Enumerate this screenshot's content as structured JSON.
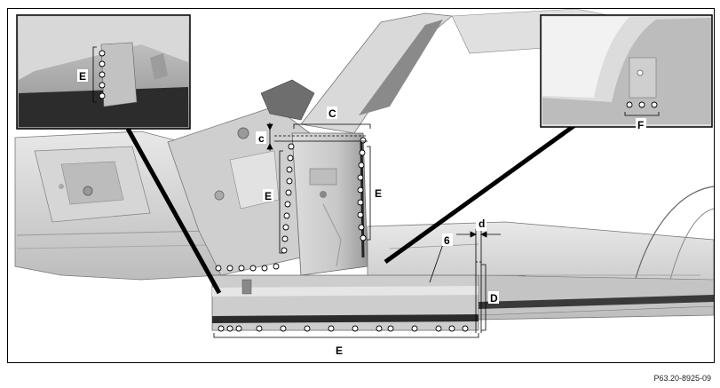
{
  "labels": {
    "c": "c",
    "C": "C",
    "d": "d",
    "D": "D",
    "E": "E",
    "F": "F",
    "six": "6"
  },
  "reference_code": "P63.20-8925-09",
  "colors": {
    "panel_light": "#e4e4e4",
    "panel_mid": "#c9c9c9",
    "panel_dark": "#8c8c8c",
    "sill_stripe": "#2b2b2b",
    "callout_line": "#000000"
  }
}
